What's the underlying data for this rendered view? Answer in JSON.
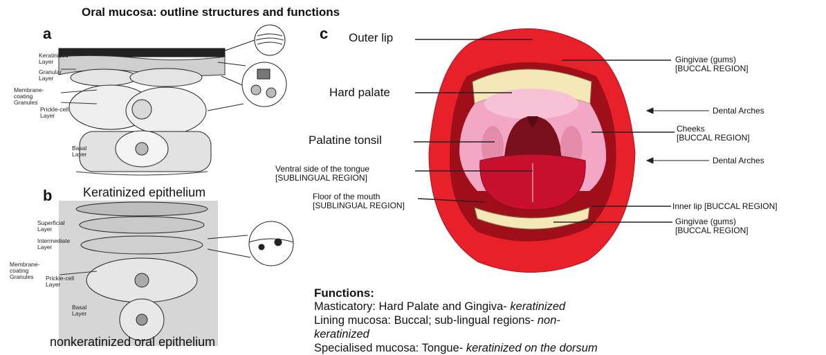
{
  "title": "Oral mucosa: outline structures and functions",
  "panels": {
    "a": {
      "letter": "a",
      "labels": {
        "keratinized_layer": [
          "Keratinized",
          "Layer"
        ],
        "granular_layer": [
          "Granular",
          "Layer"
        ],
        "membrane_coating": [
          "Membrane-",
          "coating",
          "Granules"
        ],
        "prickle_cell": [
          "Prickle-cell",
          "Layer"
        ],
        "basal": [
          "Basal",
          "Layer"
        ]
      }
    },
    "b": {
      "letter": "b",
      "caption_top": "Keratinized epithelium",
      "caption_bottom": "nonkeratinized oral epithelium",
      "labels": {
        "superficial": [
          "Superficial",
          "Layer"
        ],
        "intermediate": [
          "Intermediate",
          "Layer"
        ],
        "membrane_coating": [
          "Membrane-",
          "coating",
          "Granules"
        ],
        "prickle_cell": [
          "Prickle-cell",
          "Layer"
        ],
        "basal": [
          "Basal",
          "Layer"
        ]
      }
    },
    "c": {
      "letter": "c",
      "left_labels": {
        "outer_lip": "Outer lip",
        "hard_palate": "Hard palate",
        "palatine_tonsil": "Palatine tonsil",
        "ventral_tongue": [
          "Ventral side of the tongue",
          "[SUBLINGUAL REGION]"
        ],
        "floor_mouth": [
          "Floor of the mouth",
          "[SUBLINGUAL REGION]"
        ]
      },
      "right_labels": {
        "gingivae_top": [
          "Gingivae (gums)",
          "[BUCCAL REGION]"
        ],
        "dental_arches_1": "Dental Arches",
        "cheeks": [
          "Cheeks",
          "[BUCCAL REGION]"
        ],
        "dental_arches_2": "Dental Arches",
        "inner_lip": "Inner lip [BUCCAL REGION]",
        "gingivae_bottom": [
          "Gingivae (gums)",
          "[BUCCAL REGION]"
        ]
      }
    }
  },
  "functions": {
    "heading": "Functions:",
    "lines": [
      {
        "text": "Masticatory: Hard Palate and Gingiva- ",
        "italic": "keratinized"
      },
      {
        "text": "Lining mucosa: Buccal; sub-lingual regions- ",
        "italic": "non-"
      },
      {
        "text": "",
        "italic": "keratinized"
      },
      {
        "text": "Specialised mucosa: Tongue- ",
        "italic": "keratinized on the dorsum"
      }
    ]
  },
  "colors": {
    "lip_red": "#e8202a",
    "inner_pink": "#f2a7c4",
    "tongue_red": "#c8102e",
    "throat_dark": "#7a0f1c",
    "tooth_cream": "#f4e7b8",
    "gum_pink": "#f6b9c9"
  }
}
